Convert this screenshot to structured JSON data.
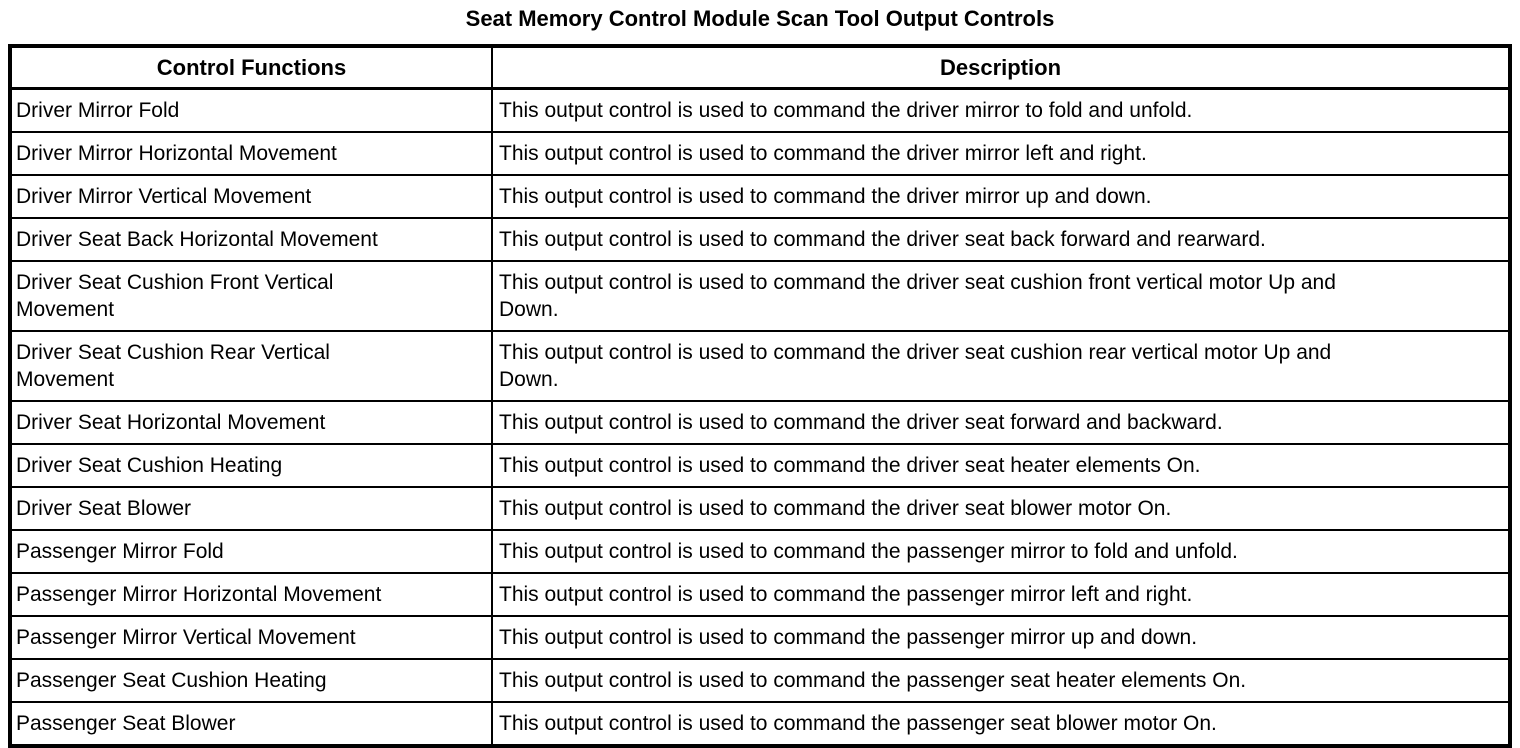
{
  "title": "Seat Memory Control Module Scan Tool Output Controls",
  "table": {
    "headers": {
      "control_functions": "Control Functions",
      "description": "Description"
    },
    "rows": [
      {
        "control": "Driver Mirror Fold",
        "description": "This output control is used to command the driver mirror to fold and unfold."
      },
      {
        "control": "Driver Mirror Horizontal Movement",
        "description": "This output control is used to command the driver mirror left and right."
      },
      {
        "control": "Driver Mirror Vertical Movement",
        "description": "This output control is used to command the driver mirror up and down."
      },
      {
        "control": "Driver Seat Back Horizontal Movement",
        "description": "This output control is used to command the driver seat back forward and rearward."
      },
      {
        "control": "Driver Seat Cushion Front Vertical\nMovement",
        "description": "This output control is used to command the driver seat cushion front vertical motor Up and\nDown."
      },
      {
        "control": "Driver Seat Cushion Rear Vertical\nMovement",
        "description": "This output control is used to command the driver seat cushion rear vertical motor Up and\nDown."
      },
      {
        "control": "Driver Seat Horizontal Movement",
        "description": "This output control is used to command the driver seat forward and backward."
      },
      {
        "control": "Driver Seat Cushion Heating",
        "description": "This output control is used to command the driver seat heater elements On."
      },
      {
        "control": "Driver Seat Blower",
        "description": "This output control is used to command the driver seat blower motor On."
      },
      {
        "control": "Passenger Mirror Fold",
        "description": "This output control is used to command the passenger mirror to fold and unfold."
      },
      {
        "control": "Passenger Mirror Horizontal Movement",
        "description": "This output control is used to command the passenger mirror left and right."
      },
      {
        "control": "Passenger Mirror Vertical Movement",
        "description": "This output control is used to command the passenger mirror up and down."
      },
      {
        "control": "Passenger Seat Cushion Heating",
        "description": "This output control is used to command the passenger seat heater elements On."
      },
      {
        "control": "Passenger Seat Blower",
        "description": "This output control is used to command the passenger seat blower motor On."
      }
    ]
  },
  "colors": {
    "text": "#000000",
    "background": "#ffffff",
    "border": "#000000"
  }
}
